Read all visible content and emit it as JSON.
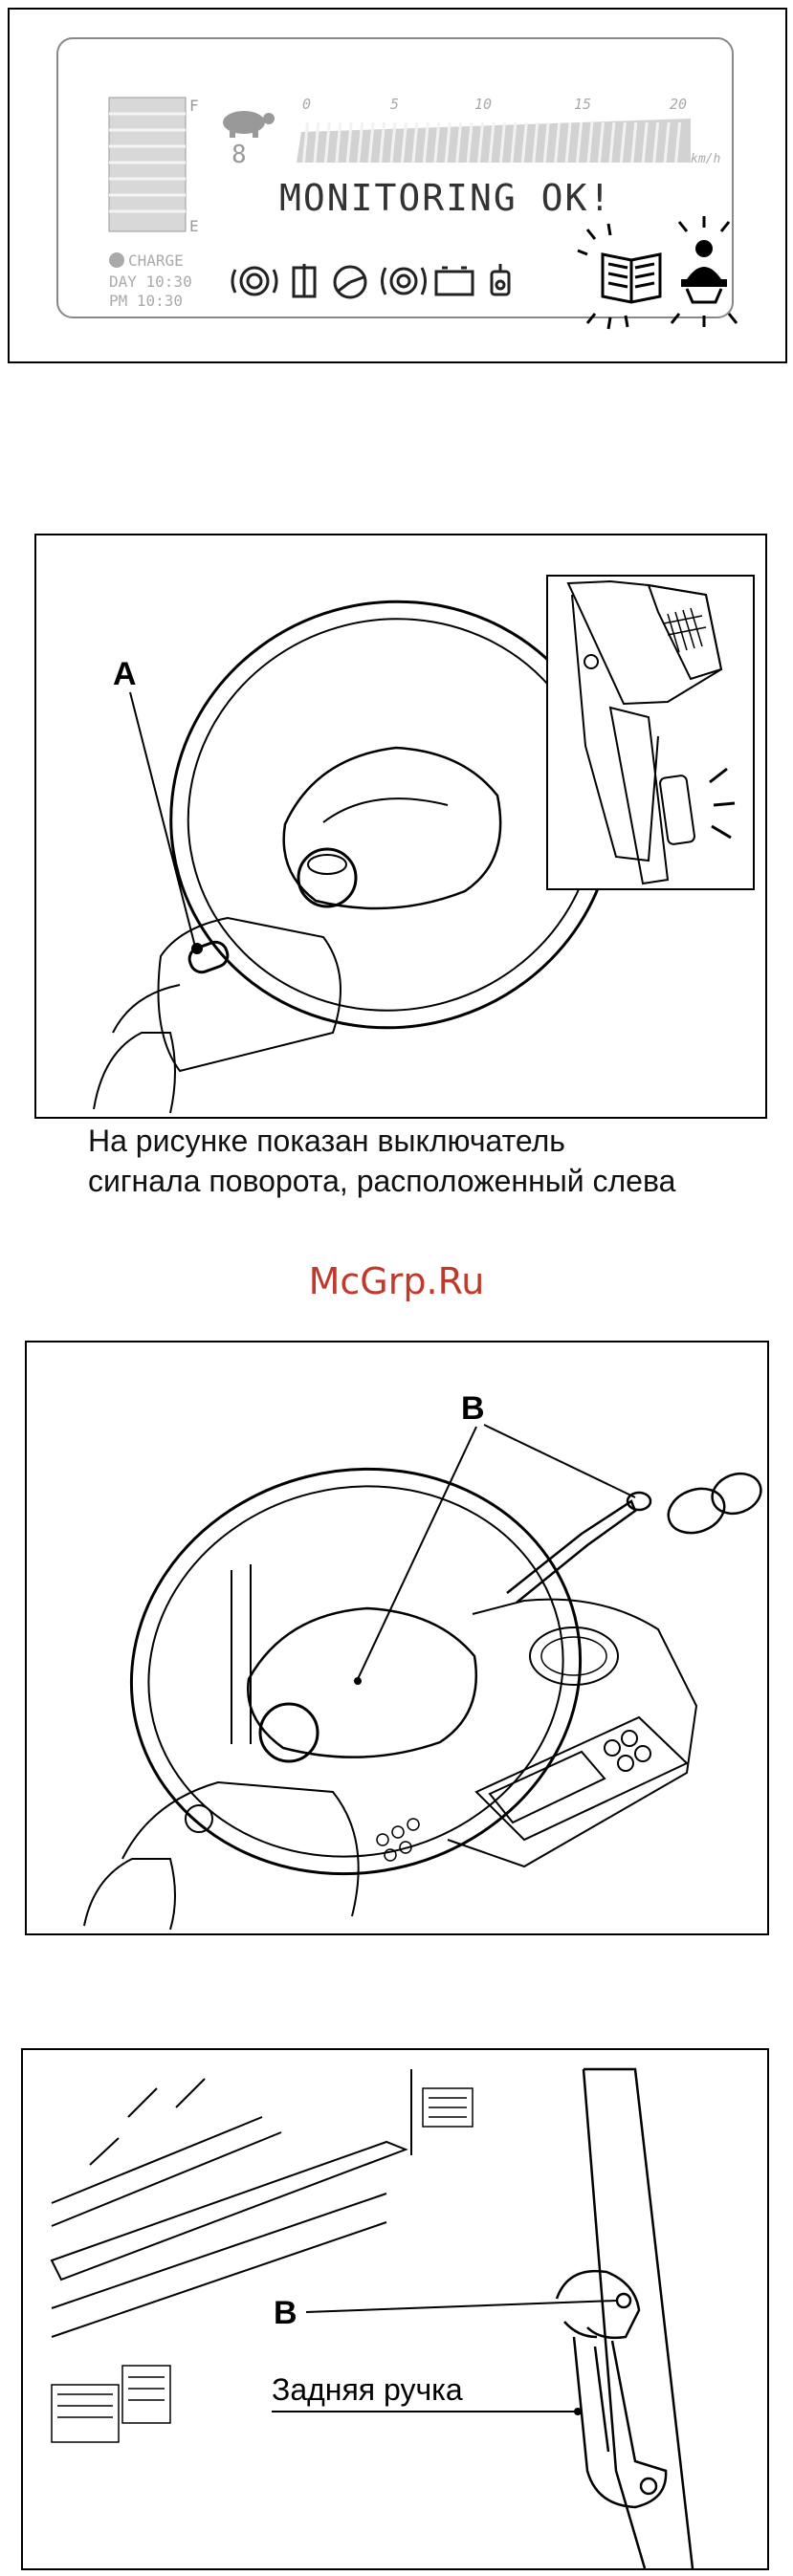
{
  "display": {
    "gauge_top": "F",
    "gauge_bottom": "E",
    "speed_digit": "8",
    "speed_scale": [
      "0",
      "5",
      "10",
      "15",
      "20"
    ],
    "speed_unit": "km/h",
    "status_message": "MONITORING OK!",
    "charge_label": "CHARGE",
    "day_time": "DAY 10:30",
    "pm_time": "PM 10:30",
    "warning_icons": [
      "brake-icon",
      "seat-icon",
      "steering-icon",
      "brake-wear-icon",
      "battery-icon",
      "oil-icon"
    ],
    "highlight_icons": [
      "manual-book-icon",
      "operator-seat-icon"
    ]
  },
  "figure_a": {
    "callout": "A"
  },
  "caption": {
    "line1": "На рисунке показан выключатель",
    "line2": "сигнала поворота, расположенный слева"
  },
  "watermark": "McGrp.Ru",
  "figure_b1": {
    "callout": "B"
  },
  "figure_b2": {
    "callout": "B",
    "handle_label": "Задняя ручка"
  }
}
